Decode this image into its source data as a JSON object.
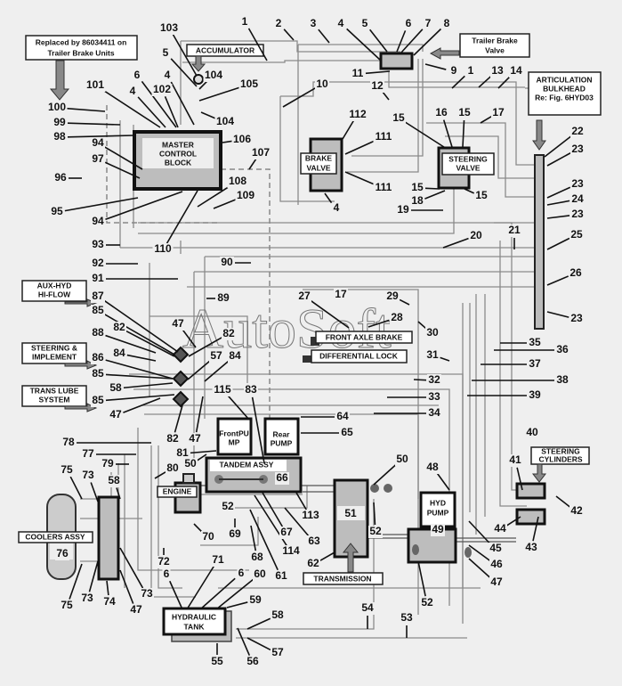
{
  "notes": {
    "replaced_line1": "Replaced by 86034411 on",
    "replaced_line2": "Trailer Brake Units",
    "accumulator": "ACCUMULATOR",
    "trailer_brake_line1": "Trailer Brake",
    "trailer_brake_line2": "Valve",
    "articulation_line1": "ARTICULATION",
    "articulation_line2": "BULKHEAD",
    "articulation_line3": "Re: Fig. 6HYD03"
  },
  "components": {
    "master_line1": "MASTER",
    "master_line2": "CONTROL",
    "master_line3": "BLOCK",
    "brake_valve_line1": "BRAKE",
    "brake_valve_line2": "VALVE",
    "steering_valve_line1": "STEERING",
    "steering_valve_line2": "VALVE",
    "front_axle_brake": "FRONT AXLE BRAKE",
    "differential_lock": "DIFFERENTIAL LOCK",
    "front_pump_line1": "FrontPU",
    "front_pump_line2": "MP",
    "rear_pump_line1": "Rear",
    "rear_pump_line2": "PUMP",
    "tandem": "TANDEM ASSY",
    "engine": "ENGINE",
    "transmission": "TRANSMISSION",
    "hyd_pump_line1": "HYD",
    "hyd_pump_line2": "PUMP",
    "steering_cyl_line1": "STEERING",
    "steering_cyl_line2": "CYLINDERS",
    "coolers": "COOLERS ASSY",
    "tank_line1": "HYDRAULIC",
    "tank_line2": "TANK",
    "aux_line1": "AUX-HYD",
    "aux_line2": "HI-FLOW",
    "steer_impl_line1": "STEERING &",
    "steer_impl_line2": "IMPLEMENT",
    "trans_lube_line1": "TRANS LUBE",
    "trans_lube_line2": "SYSTEM"
  },
  "watermark": "AutoSoft",
  "callouts": [
    "1",
    "2",
    "3",
    "4",
    "5",
    "6",
    "7",
    "8",
    "103",
    "5",
    "4",
    "104",
    "105",
    "104",
    "101",
    "6",
    "102",
    "4",
    "100",
    "99",
    "98",
    "94",
    "97",
    "96",
    "95",
    "94",
    "106",
    "107",
    "108",
    "109",
    "110",
    "11",
    "9",
    "1",
    "13",
    "14",
    "10",
    "12",
    "112",
    "111",
    "111",
    "4",
    "15",
    "16",
    "15",
    "17",
    "15",
    "18",
    "15",
    "19",
    "22",
    "23",
    "23",
    "24",
    "23",
    "20",
    "21",
    "25",
    "26",
    "23",
    "93",
    "92",
    "91",
    "90",
    "89",
    "87",
    "85",
    "47",
    "82",
    "88",
    "82",
    "84",
    "86",
    "85",
    "57",
    "84",
    "58",
    "85",
    "47",
    "115",
    "83",
    "82",
    "47",
    "27",
    "17",
    "29",
    "28",
    "30",
    "31",
    "32",
    "33",
    "34",
    "35",
    "36",
    "37",
    "38",
    "39",
    "64",
    "65",
    "40",
    "78",
    "77",
    "79",
    "80",
    "81",
    "50",
    "66",
    "52",
    "69",
    "70",
    "113",
    "63",
    "114",
    "67",
    "68",
    "61",
    "62",
    "50",
    "52",
    "48",
    "49",
    "51",
    "52",
    "45",
    "46",
    "47",
    "41",
    "42",
    "44",
    "43",
    "75",
    "73",
    "58",
    "76",
    "75",
    "73",
    "74",
    "47",
    "73",
    "72",
    "6",
    "71",
    "6",
    "60",
    "59",
    "58",
    "57",
    "56",
    "55",
    "54",
    "53"
  ]
}
